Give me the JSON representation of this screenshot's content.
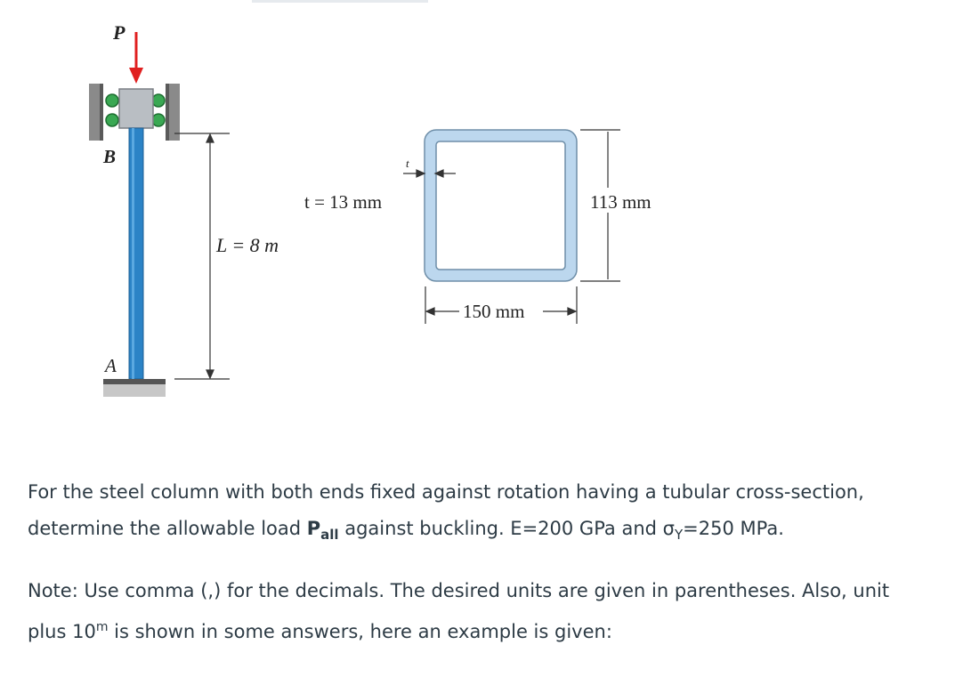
{
  "figure": {
    "load_label": "P",
    "top_support_label": "B",
    "bottom_support_label": "A",
    "length_label": "L = 8 m",
    "thickness_symbol": "t",
    "thickness_label": "t = 13 mm",
    "height_label": "113 mm",
    "width_label": "150 mm",
    "colors": {
      "column": "#2b83c6",
      "arrow": "#e02020",
      "tube": "#bcd7ee",
      "tube_edge": "#6e8ea8"
    }
  },
  "problem": {
    "part1": "For the steel column with both ends fixed against rotation having a tubular cross-section, determine the allowable load ",
    "load_symbol": "P",
    "load_subscript": "all",
    "part2": " against buckling. E=200 GPa and ",
    "sigma": "σ",
    "sigma_subscript": "Y",
    "part3": "=250 MPa."
  },
  "note": {
    "part1": "Note: Use comma (,) for the decimals. The desired units are given in parentheses. Also, unit plus 10",
    "exponent": "m",
    "part2": " is shown in some answers, here an example is given:"
  }
}
